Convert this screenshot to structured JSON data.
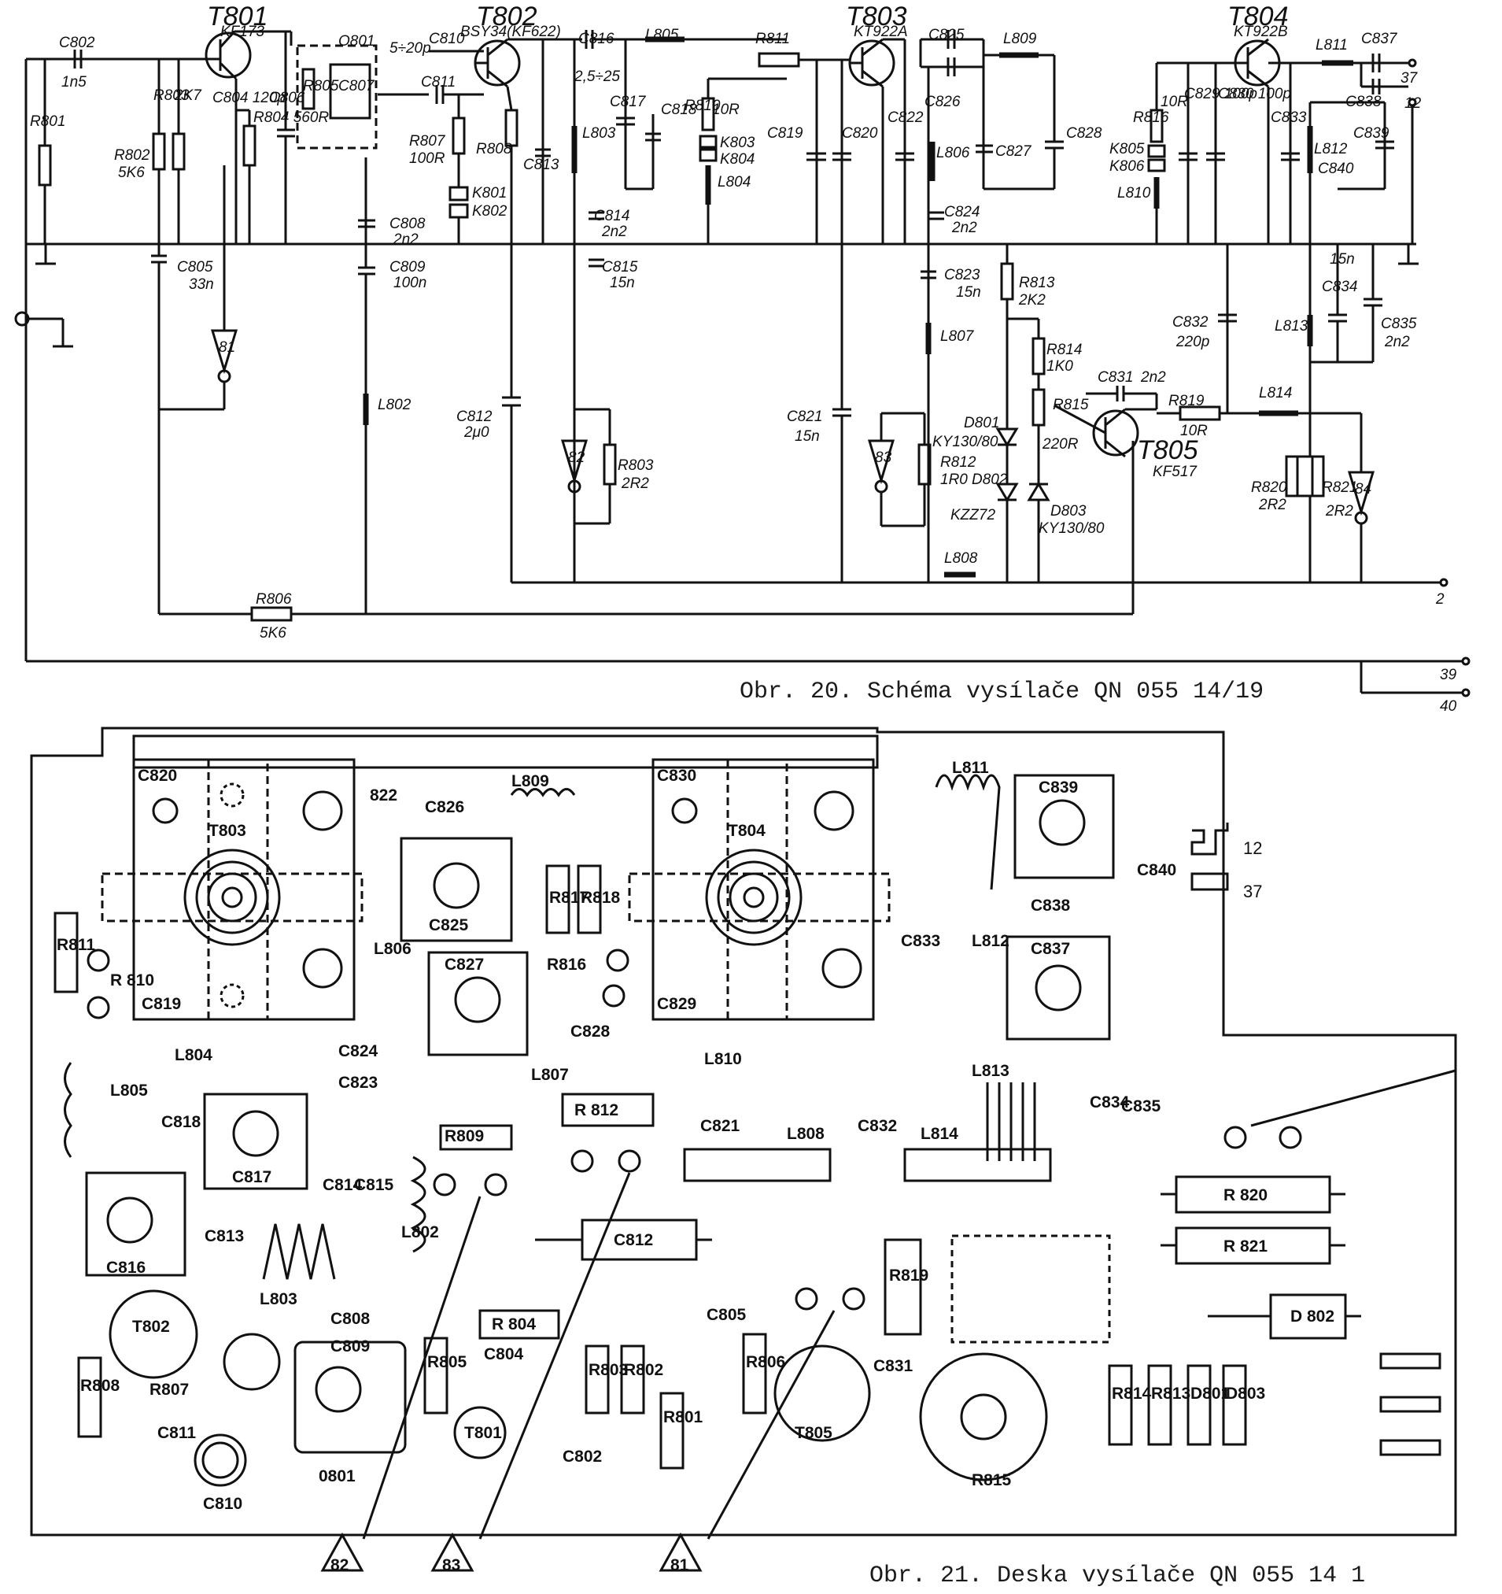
{
  "captions": {
    "schematic": "Obr. 20. Schéma vysílače QN 055 14/19",
    "board": "Obr. 21. Deska vysílače QN 055 14 1"
  },
  "schematic": {
    "transistors": [
      {
        "ref": "T801",
        "type": "KF173"
      },
      {
        "ref": "T802",
        "type": "BSY34(KF622)"
      },
      {
        "ref": "T803",
        "type": "KT922A"
      },
      {
        "ref": "T804",
        "type": "KT922B"
      },
      {
        "ref": "T805",
        "type": "KF517"
      }
    ],
    "labels": {
      "c802": "C802",
      "c802v": "1n5",
      "r801": "R801",
      "r803": "R803",
      "r803v": "2K7",
      "r802": "R802",
      "r802v": "5K6",
      "c804": "C804 120p",
      "r804": "R804 560R",
      "c806": "C806",
      "o801": "O801",
      "r805": "R805",
      "c807": "C807",
      "c810": "C810",
      "c810v": "5÷20p",
      "c811": "C811",
      "r807": "R807",
      "r807v": "100R",
      "r808": "R808",
      "k801": "K801",
      "k802": "K802",
      "c808": "C808",
      "c808v": "2n2",
      "c809": "C809",
      "c809v": "100n",
      "c805": "C805",
      "c805v": "33n",
      "c813": "C813",
      "c816": "C816",
      "c816v": "2,5÷25",
      "l805": "L805",
      "r811": "R811",
      "l803": "L803",
      "c817": "C817",
      "c818": "C818",
      "r810": "R810",
      "r810v": "10R",
      "k803": "K803",
      "k804": "K804",
      "l804": "L804",
      "c814": "C814",
      "c814v": "2n2",
      "c815": "C815",
      "c815v": "15n",
      "c819": "C819",
      "c820": "C820",
      "c822": "C822",
      "c825": "C825",
      "c826": "C826",
      "l809": "L809",
      "l806": "L806",
      "c827": "C827",
      "c828": "C828",
      "c824": "C824",
      "c824v": "2n2",
      "c823": "C823",
      "c823v": "15n",
      "r816": "R816",
      "r816v": "10R",
      "c829": "C829 100p",
      "c830": "C830 100p",
      "k805": "K805",
      "k806": "K806",
      "l810": "L810",
      "c833": "C833",
      "l811": "L811",
      "c837": "C837",
      "c838": "C838",
      "c839": "C839",
      "l812": "L812",
      "c840": "C840",
      "pin37": "37",
      "pin12": "12",
      "l802": "L802",
      "c812": "C812",
      "c812v": "2μ0",
      "r803b": "R803",
      "r803bv": "2R2",
      "c821": "C821",
      "c821v": "15n",
      "l807": "L807",
      "r813": "R813",
      "r813v": "2K2",
      "r814": "R814",
      "r814v": "1K0",
      "d801": "D801",
      "d801v": "KY130/80",
      "r812": "R812",
      "r812v": "1R0",
      "d802": "D802",
      "d802v": "KZZ72",
      "r815": "R815",
      "r815v": "220R",
      "d803": "D803",
      "d803v": "KY130/80",
      "c831": "C831",
      "c831v": "2n2",
      "r819": "R819",
      "r819v": "10R",
      "c832": "C832",
      "c832v": "220p",
      "l813": "L813",
      "c834": "C834",
      "c834v": "15n",
      "c835": "C835",
      "c835v": "2n2",
      "l814": "L814",
      "r820": "R820",
      "r820v": "2R2",
      "r821": "R821",
      "r821v": "2R2",
      "r806": "R806",
      "r806v": "5K6",
      "l808": "L808",
      "pin2": "2",
      "pin39": "39",
      "pin40": "40",
      "tri81": "81",
      "tri82": "82",
      "tri83": "83",
      "tri84": "84"
    }
  },
  "board": {
    "parts": {
      "c820": "C820",
      "t803": "T803",
      "c819": "C819",
      "b822": "822",
      "c826": "C826",
      "l809": "L809",
      "c825": "C825",
      "c830": "C830",
      "t804": "T804",
      "c829": "C829",
      "r817": "R817",
      "r818": "R818",
      "r816": "R816",
      "l811": "L811",
      "c839": "C839",
      "c840": "C840",
      "c838": "C838",
      "c833": "C833",
      "l812": "L812",
      "c837": "C837",
      "r811": "R811",
      "r810": "R 810",
      "l804": "L804",
      "l805": "L805",
      "l806": "L806",
      "c827": "C827",
      "c828": "C828",
      "l810": "L810",
      "c824": "C824",
      "c823": "C823",
      "l807": "L807",
      "c818": "C818",
      "c817": "C817",
      "c814": "C814",
      "c815": "C815",
      "r809": "R809",
      "r812": "R 812",
      "c821": "C821",
      "l808": "L808",
      "c832": "C832",
      "l814": "L814",
      "l813": "L813",
      "c834": "C834",
      "c835": "C835",
      "c816": "C816",
      "c813": "C813",
      "l803": "L803",
      "l802": "L802",
      "c812": "C812",
      "r820": "R 820",
      "r821": "R 821",
      "t802": "T802",
      "r808": "R808",
      "r807": "R807",
      "c808": "C808",
      "c809": "C809",
      "r804": "R 804",
      "c804": "C804",
      "c805": "C805",
      "r803": "R803",
      "r802": "R802",
      "r806": "R806",
      "r819": "R819",
      "d802": "D 802",
      "c811": "C811",
      "c810": "C810",
      "o801": "0801",
      "r805": "R805",
      "t801": "T801",
      "r801": "R801",
      "c802": "C802",
      "t805": "T805",
      "c831": "C831",
      "r815": "R815",
      "r814": "R814",
      "r813": "R813",
      "d801": "D801",
      "d803": "D803",
      "pin12": "12",
      "pin37": "37",
      "tri82": "82",
      "tri83": "83",
      "tri81": "81"
    }
  }
}
